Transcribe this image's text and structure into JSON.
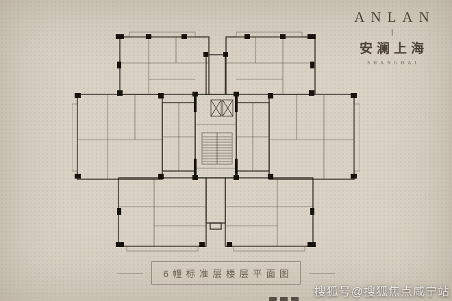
{
  "page": {
    "background_color": "#d9d2c4",
    "plan_line_color": "#2f2a23",
    "plan_fill_color": "#17130e"
  },
  "logo": {
    "latin": "ANLAN",
    "chinese": "安澜上海",
    "subtitle": "SHANGHAI",
    "color": "#4c4134"
  },
  "caption": {
    "text": "6幢标准层楼层平面图",
    "text_color": "#665c4e",
    "border_color": "#90867a"
  },
  "watermark": {
    "text": "搜狐号@搜狐焦点咸宁站",
    "color": "#ffffff"
  }
}
